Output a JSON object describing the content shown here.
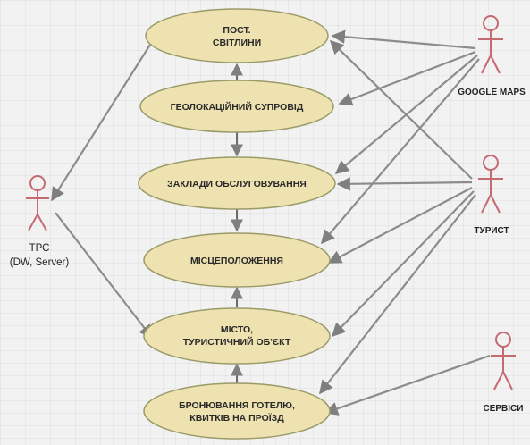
{
  "colors": {
    "usecase_fill": "#ede2b0",
    "usecase_stroke": "#9b9b6a",
    "actor_stroke": "#c66a72",
    "line": "#8c8c8c"
  },
  "use_cases": {
    "postijni": {
      "line1": "ПОСТ.",
      "line2": "СВІТЛИНИ"
    },
    "geolocation": {
      "line1": "ГЕОЛОКАЦІЙНИЙ СУПРОВІД"
    },
    "services_places": {
      "line1": "ЗАКЛАДИ ОБСЛУГОВУВАННЯ"
    },
    "location": {
      "line1": "МІСЦЕПОЛОЖЕННЯ"
    },
    "city": {
      "line1": "МІСТО,",
      "line2": "ТУРИСТИЧНИЙ ОБ'ЄКТ"
    },
    "booking": {
      "line1": "БРОНЮВАННЯ ГОТЕЛЮ,",
      "line2": "КВИТКІВ НА ПРОЇЗД"
    }
  },
  "actors": {
    "trs": {
      "line1": "ТРС",
      "line2": "(DW, Server)"
    },
    "google_maps": {
      "label": "GOOGLE MAPS"
    },
    "tourist": {
      "label": "ТУРИСТ"
    },
    "services": {
      "label": "СЕРВІСИ"
    }
  }
}
